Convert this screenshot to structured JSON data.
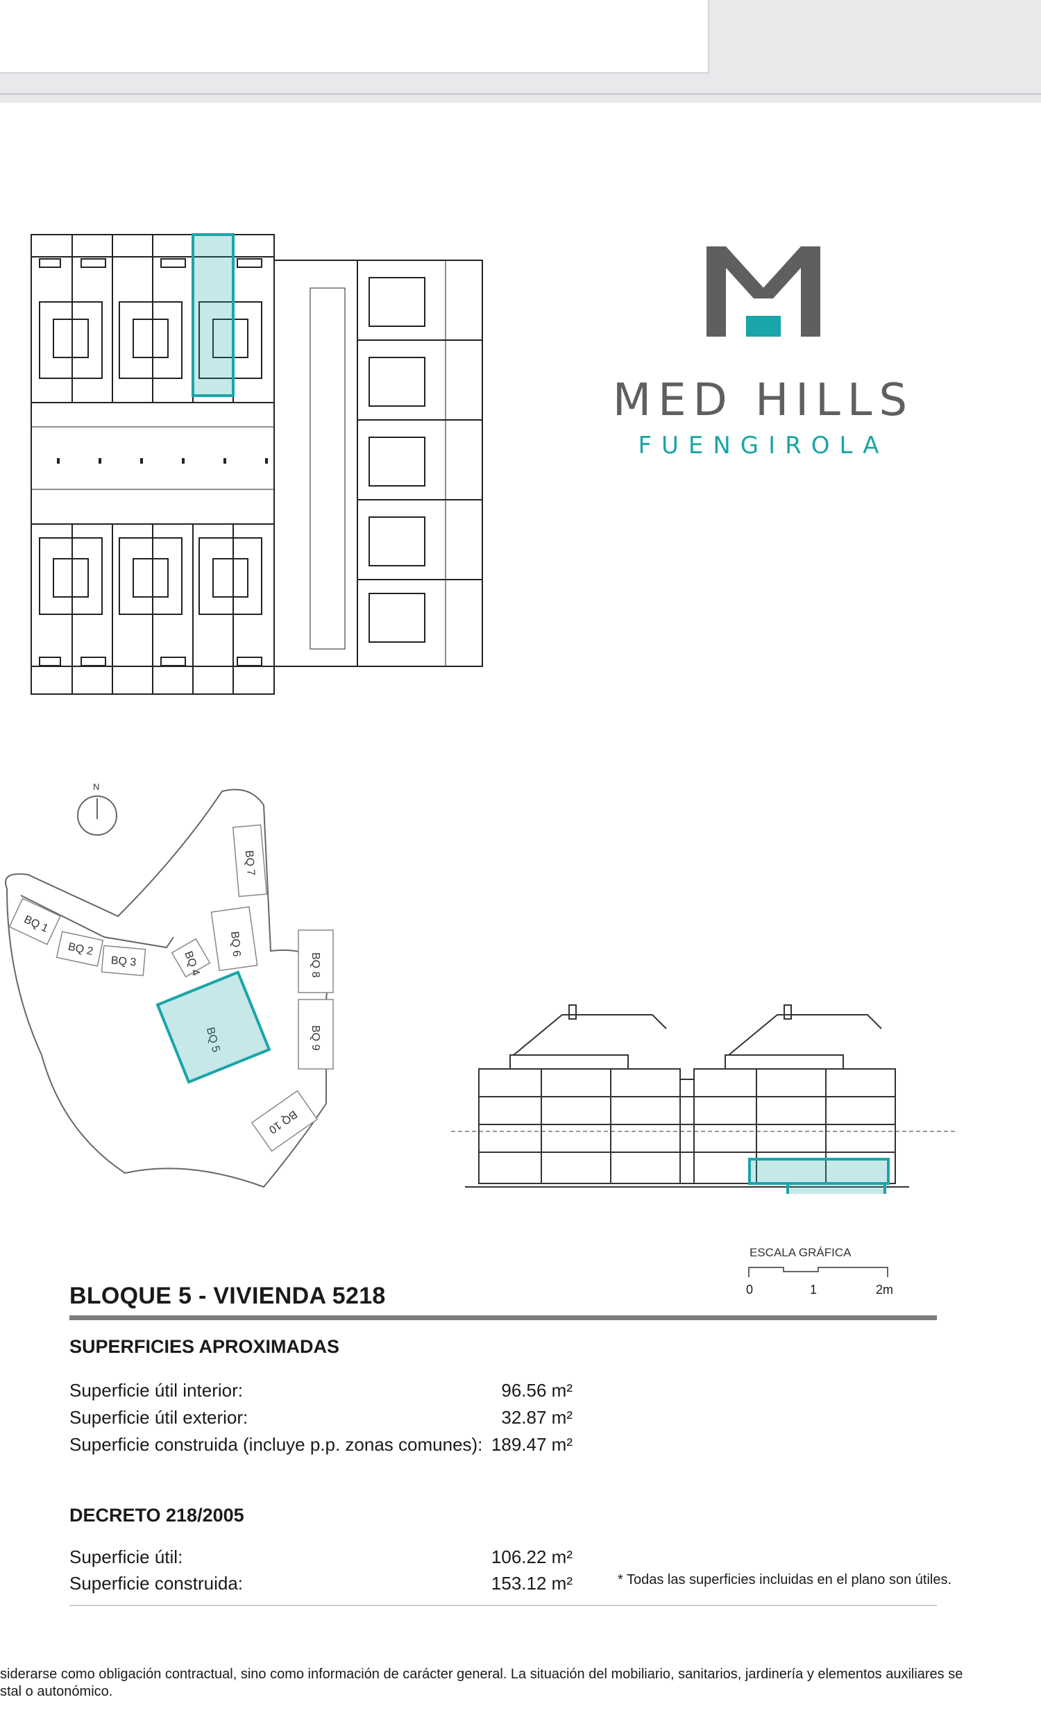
{
  "brand": {
    "name": "MED HILLS",
    "location": "FUENGIROLA",
    "accent_color": "#1aa5a8",
    "grey_color": "#5f5f5f"
  },
  "site_plan": {
    "north": "N",
    "blocks": [
      "BQ 1",
      "BQ 2",
      "BQ 3",
      "BQ 4",
      "BQ 5",
      "BQ 6",
      "BQ 7",
      "BQ 8",
      "BQ 9",
      "BQ 10"
    ],
    "highlighted": "BQ 5"
  },
  "scale": {
    "title": "ESCALA GRÁFICA",
    "ticks": [
      "0",
      "1",
      "2m"
    ]
  },
  "unit": {
    "title": "BLOQUE 5 - VIVIENDA 5218"
  },
  "superficies": {
    "heading": "SUPERFICIES APROXIMADAS",
    "rows": [
      {
        "label": "Superficie útil interior:",
        "value": "96.56 m²"
      },
      {
        "label": "Superficie útil exterior:",
        "value": "32.87 m²"
      },
      {
        "label": "Superficie construida (incluye p.p. zonas comunes):",
        "value": "189.47 m²"
      }
    ]
  },
  "decreto": {
    "heading": "DECRETO 218/2005",
    "rows": [
      {
        "label": "Superficie útil:",
        "value": "106.22 m²"
      },
      {
        "label": "Superficie construida:",
        "value": "153.12 m²"
      }
    ],
    "note": "* Todas las superficies incluidas en el plano son útiles."
  },
  "footer": {
    "line1": "siderarse como obligación contractual, sino como información de carácter general. La situación del mobiliario, sanitarios, jardinería y elementos auxiliares se",
    "line2": "stal o autonómico."
  }
}
